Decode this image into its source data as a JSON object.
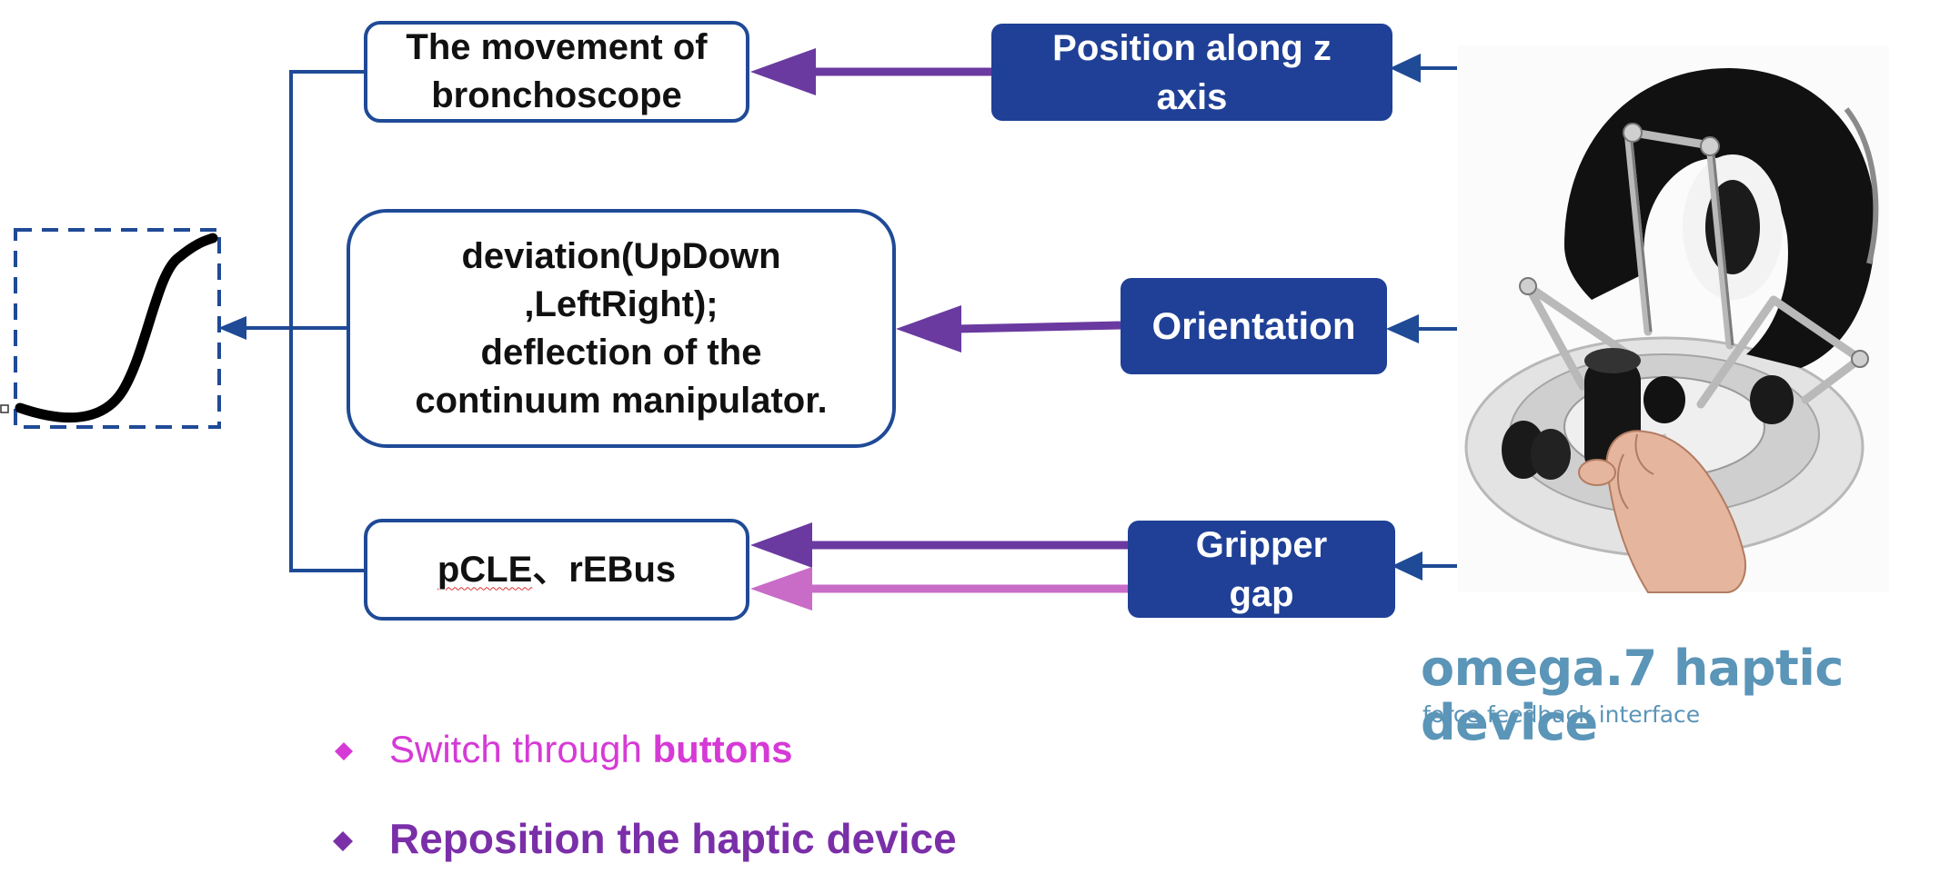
{
  "outputs": {
    "movement": {
      "line1": "The movement of",
      "line2": "bronchoscope"
    },
    "deviation": {
      "line1": "deviation(UpDown",
      "line2": ",LeftRight);",
      "line3": "deflection of the",
      "line4": "continuum manipulator."
    },
    "tools": {
      "part1": "pCLE",
      "part2": "、rEBus"
    }
  },
  "inputs": {
    "position": {
      "line1": "Position along z",
      "line2": "axis"
    },
    "orientation": {
      "label": "Orientation"
    },
    "gripper": {
      "line1": "Gripper",
      "line2": "gap"
    }
  },
  "device": {
    "title": "omega.7 haptic device",
    "subtitle": "force feedback interface"
  },
  "bullets": [
    {
      "prefix": "Switch through ",
      "emphasis": "buttons"
    },
    {
      "text": "Reposition the haptic device"
    }
  ],
  "colors": {
    "box_border": "#1f4a96",
    "input_fill": "#1f4096",
    "arrow_purple": "#6a3aa0",
    "arrow_light": "#c86cc8",
    "connector_blue": "#1f4a96",
    "bullet1": "#d63ad6",
    "bullet2": "#7a2fa8",
    "brand": "#5b95b8"
  },
  "icons": [
    "bronchoscope-curve-icon",
    "haptic-device-photo"
  ]
}
